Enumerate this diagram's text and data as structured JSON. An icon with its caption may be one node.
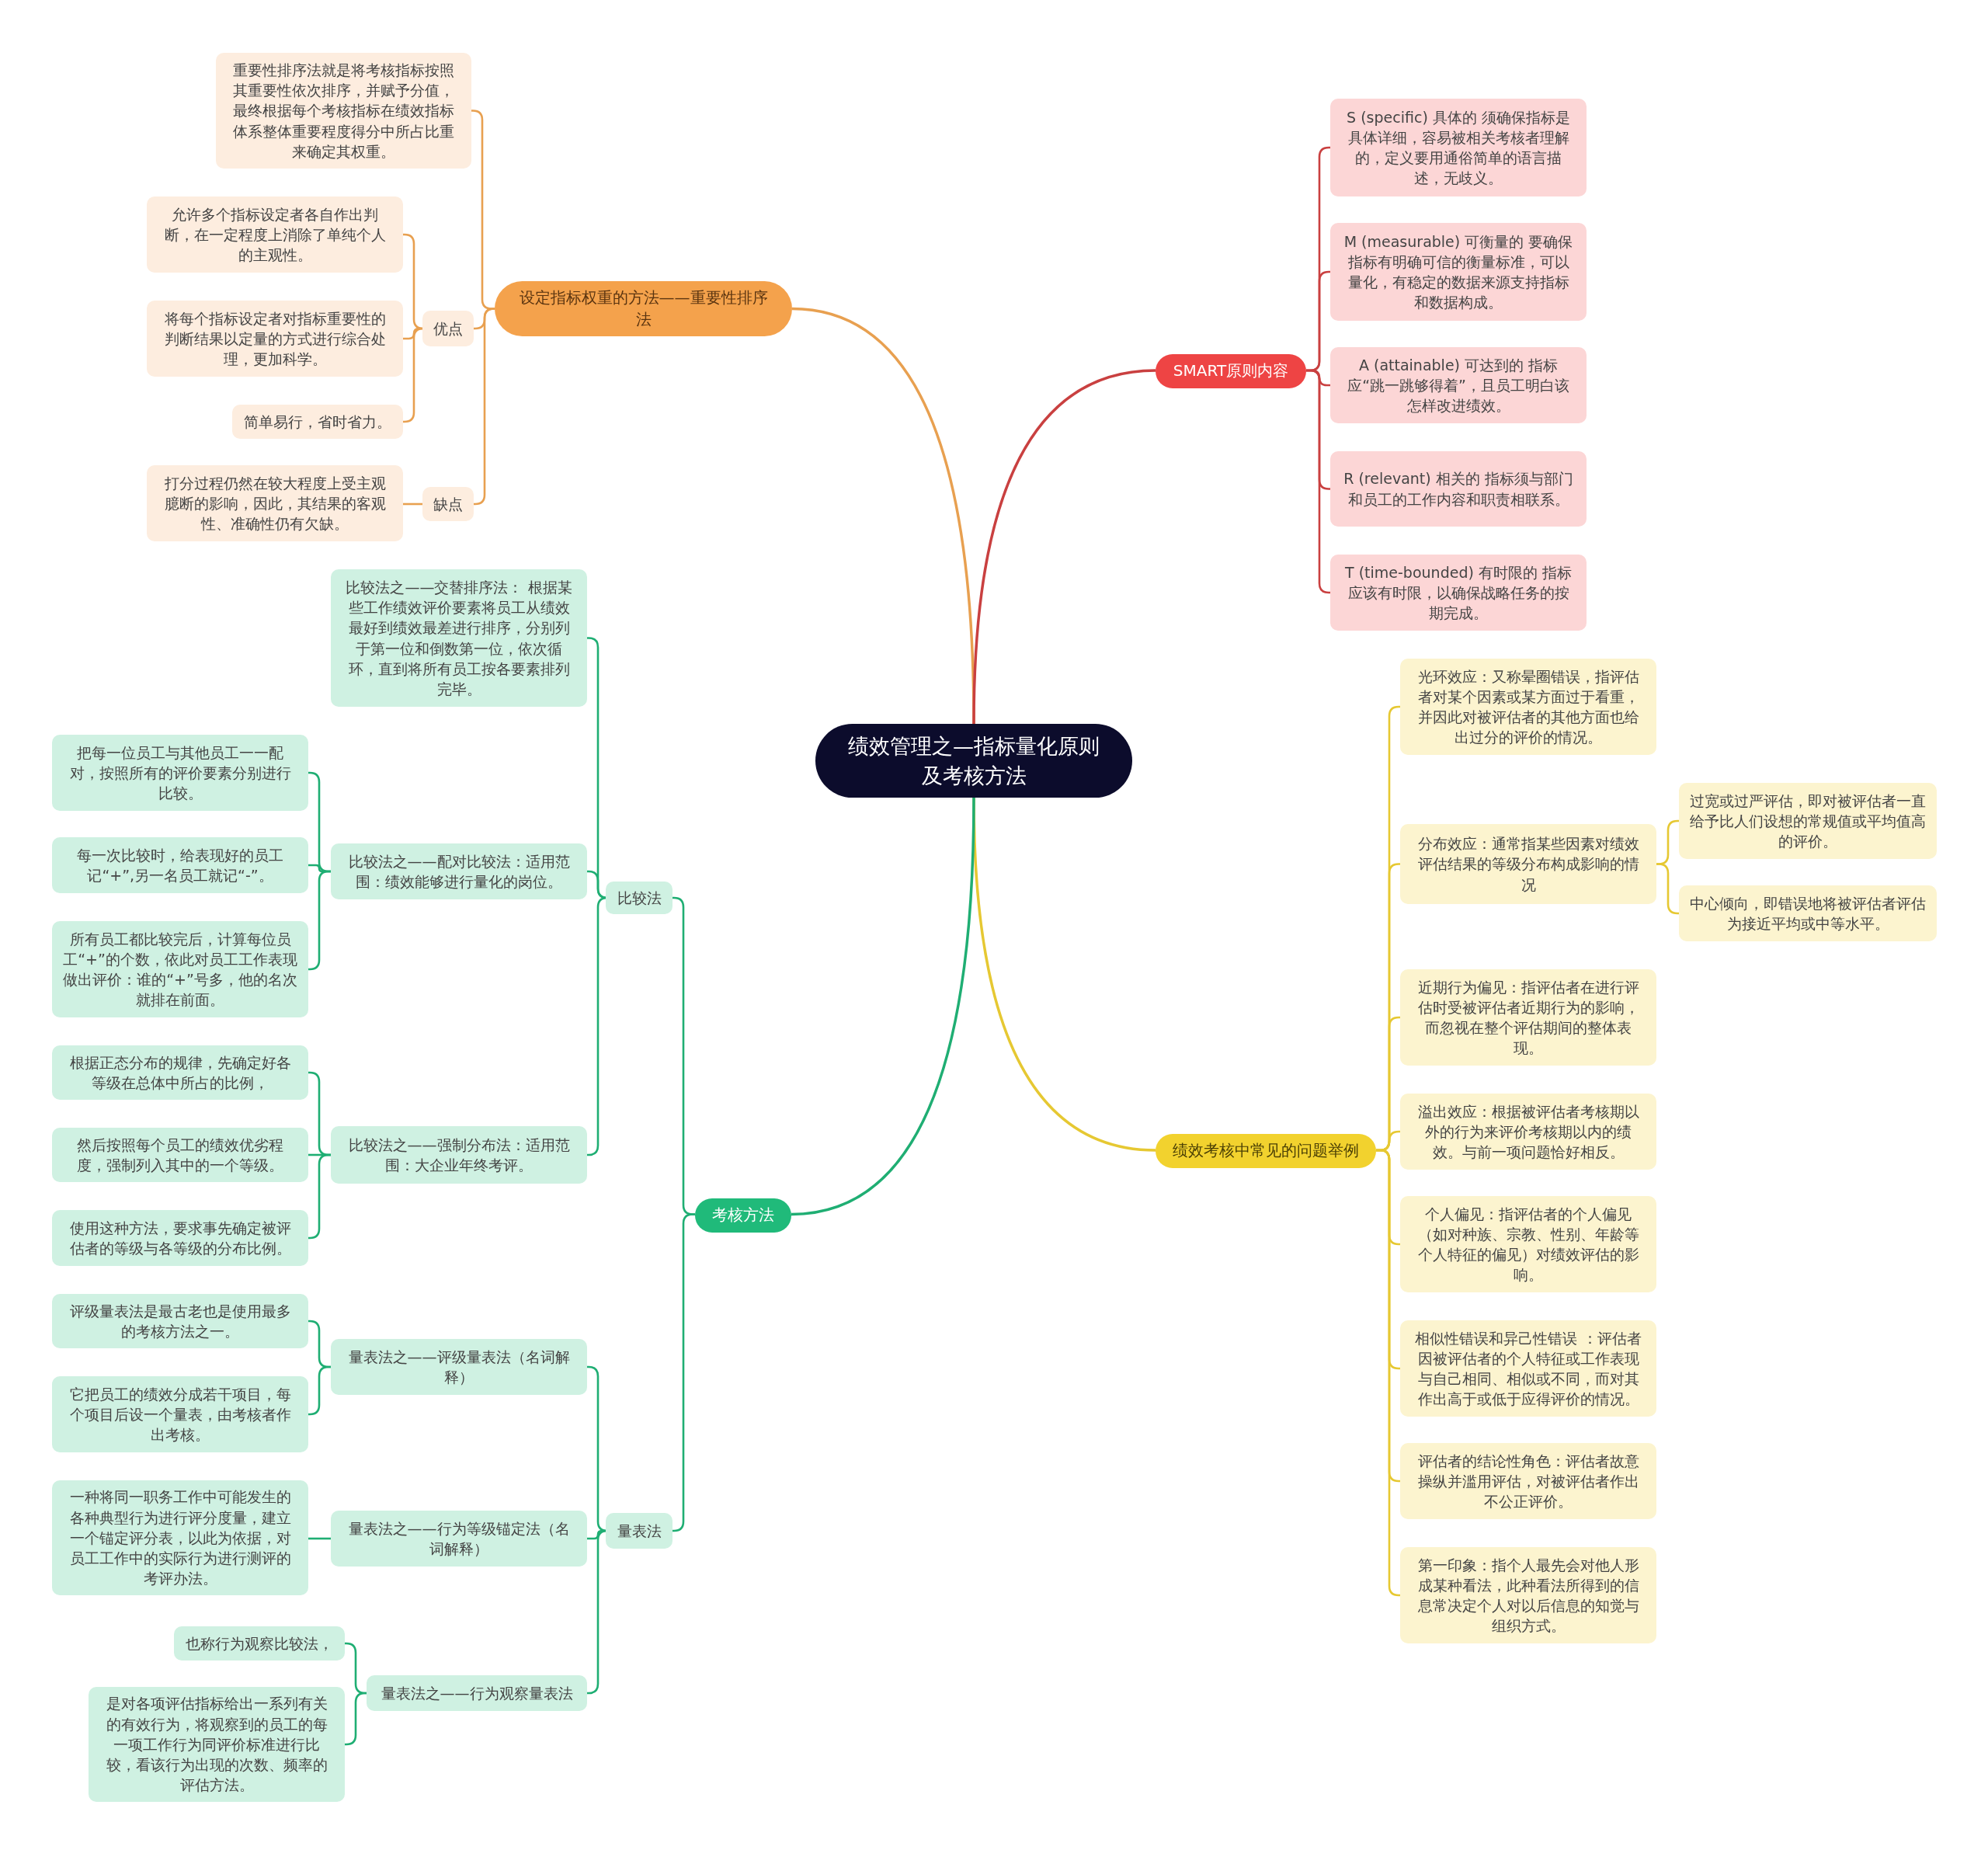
{
  "diagram": {
    "nodes": [
      {
        "text": [
          "绩效管理之—指标量化原则及考核方法"
        ]
      },
      {
        "text": [
          "设定指标权重的方法——重要性排序法"
        ]
      },
      {
        "text": [
          "重要性排序法就是将考核指标按照其重要性依次排序，并赋予分值，最终根据每个考核指标在绩效指标体系整体重要程度得分中所占比重来确定其权重。"
        ]
      },
      {
        "text": [
          "优点"
        ]
      },
      {
        "text": [
          "允许多个指标设定者各自作出判断，在一定程度上消除了单纯个人的主观性。"
        ]
      },
      {
        "text": [
          "将每个指标设定者对指标重要性的判断结果以定量的方式进行综合处理，更加科学。"
        ]
      },
      {
        "text": [
          "简单易行，省时省力。"
        ]
      },
      {
        "text": [
          "缺点"
        ]
      },
      {
        "text": [
          "打分过程仍然在较大程度上受主观臆断的影响，因此，其结果的客观性、准确性仍有欠缺。"
        ]
      },
      {
        "text": [
          "SMART原则内容"
        ]
      },
      {
        "text": [
          "S (specific) 具体的 须确保指标是具体详细，容易被相关考核者理解的，定义要用通俗简单的语言描述，无歧义。"
        ]
      },
      {
        "text": [
          "M (measurable) 可衡量的 要确保指标有明确可信的衡量标准，可以量化，有稳定的数据来源支持指标和数据构成。"
        ]
      },
      {
        "text": [
          "A (attainable) 可达到的 指标应“跳一跳够得着”，且员工明白该怎样改进绩效。"
        ]
      },
      {
        "text": [
          "R (relevant) 相关的 指标须与部门和员工的工作内容和职责相联系。"
        ]
      },
      {
        "text": [
          "T (time-bounded) 有时限的 指标应该有时限，以确保战略任务的按期完成。"
        ]
      },
      {
        "text": [
          "绩效考核中常见的问题举例"
        ]
      },
      {
        "text": [
          "光环效应：又称晕圈错误，指评估者对某个因素或某方面过于看重，并因此对被评估者的其他方面也给出过分的评价的情况。"
        ]
      },
      {
        "text": [
          "分布效应：通常指某些因素对绩效评估结果的等级分布构成影响的情况"
        ]
      },
      {
        "text": [
          "过宽或过严评估，即对被评估者一直给予比人们设想的常规值或平均值高的评价。"
        ]
      },
      {
        "text": [
          "中心倾向，即错误地将被评估者评估为接近平均或中等水平。"
        ]
      },
      {
        "text": [
          "近期行为偏见：指评估者在进行评估时受被评估者近期行为的影响，而忽视在整个评估期间的整体表现。"
        ]
      },
      {
        "text": [
          "溢出效应：根据被评估者考核期以外的行为来评价考核期以内的绩效。与前一项问题恰好相反。"
        ]
      },
      {
        "text": [
          "个人偏见：指评估者的个人偏见（如对种族、宗教、性别、年龄等个人特征的偏见）对绩效评估的影响。"
        ]
      },
      {
        "text": [
          "相似性错误和异己性错误 ：评估者因被评估者的个人特征或工作表现与自己相同、相似或不同，而对其作出高于或低于应得评价的情况。"
        ]
      },
      {
        "text": [
          "评估者的结论性角色：评估者故意操纵并滥用评估，对被评估者作出不公正评价。"
        ]
      },
      {
        "text": [
          "第一印象：指个人最先会对他人形成某种看法，此种看法所得到的信息常决定个人对以后信息的知觉与组织方式。"
        ]
      },
      {
        "text": [
          "考核方法"
        ]
      },
      {
        "text": [
          "比较法"
        ]
      },
      {
        "text": [
          "比较法之——交替排序法： 根据某些工作绩效评价要素将员工从绩效最好到绩效最差进行排序，分别列于第一位和倒数第一位，依次循环，直到将所有员工按各要素排列完毕。"
        ]
      },
      {
        "text": [
          "比较法之——配对比较法：适用范围：绩效能够进行量化的岗位。"
        ]
      },
      {
        "text": [
          "把每一位员工与其他员工一一配对，按照所有的评价要素分别进行比较。"
        ]
      },
      {
        "text": [
          "每一次比较时，给表现好的员工记“+”,另一名员工就记“-”。"
        ]
      },
      {
        "text": [
          "所有员工都比较完后，计算每位员工“+”的个数，依此对员工工作表现做出评价：谁的“+”号多，他的名次就排在前面。"
        ]
      },
      {
        "text": [
          "比较法之——强制分布法：适用范围：大企业年终考评。"
        ]
      },
      {
        "text": [
          "根据正态分布的规律，先确定好各等级在总体中所占的比例，"
        ]
      },
      {
        "text": [
          "然后按照每个员工的绩效优劣程度，强制列入其中的一个等级。"
        ]
      },
      {
        "text": [
          "使用这种方法，要求事先确定被评估者的等级与各等级的分布比例。"
        ]
      },
      {
        "text": [
          "量表法"
        ]
      },
      {
        "text": [
          "量表法之——评级量表法（名词解释）"
        ]
      },
      {
        "text": [
          "评级量表法是最古老也是使用最多的考核方法之一。"
        ]
      },
      {
        "text": [
          "它把员工的绩效分成若干项目，每个项目后设一个量表，由考核者作出考核。"
        ]
      },
      {
        "text": [
          "量表法之——行为等级锚定法（名词解释）"
        ]
      },
      {
        "text": [
          "一种将同一职务工作中可能发生的各种典型行为进行评分度量，建立一个锚定评分表，以此为依据，对员工工作中的实际行为进行测评的考评办法。"
        ]
      },
      {
        "text": [
          "量表法之——行为观察量表法"
        ]
      },
      {
        "text": [
          "也称行为观察比较法，"
        ]
      },
      {
        "text": [
          "是对各项评估指标给出一系列有关的有效行为，将观察到的员工的每一项工作行为同评价标准进行比较，看该行为出现的次数、频率的评估方法。"
        ]
      }
    ],
    "edges": [
      {
        "from": 0,
        "to": 1,
        "arrow": "none",
        "color": "#e8a050"
      },
      {
        "from": 1,
        "to": 2,
        "arrow": "none",
        "color": "#e8a050"
      },
      {
        "from": 1,
        "to": 3,
        "arrow": "none",
        "color": "#e8a050"
      },
      {
        "from": 3,
        "to": 4,
        "arrow": "none",
        "color": "#e8a050"
      },
      {
        "from": 3,
        "to": 5,
        "arrow": "none",
        "color": "#e8a050"
      },
      {
        "from": 3,
        "to": 6,
        "arrow": "none",
        "color": "#e8a050"
      },
      {
        "from": 1,
        "to": 7,
        "arrow": "none",
        "color": "#e8a050"
      },
      {
        "from": 7,
        "to": 8,
        "arrow": "none",
        "color": "#e8a050"
      },
      {
        "from": 0,
        "to": 9,
        "arrow": "none",
        "color": "#c94040"
      },
      {
        "from": 9,
        "to": 10,
        "arrow": "none",
        "color": "#c94040"
      },
      {
        "from": 9,
        "to": 11,
        "arrow": "none",
        "color": "#c94040"
      },
      {
        "from": 9,
        "to": 12,
        "arrow": "none",
        "color": "#c94040"
      },
      {
        "from": 9,
        "to": 13,
        "arrow": "none",
        "color": "#c94040"
      },
      {
        "from": 9,
        "to": 14,
        "arrow": "none",
        "color": "#c94040"
      },
      {
        "from": 0,
        "to": 15,
        "arrow": "none",
        "color": "#e6c832"
      },
      {
        "from": 15,
        "to": 16,
        "arrow": "none",
        "color": "#e6c832"
      },
      {
        "from": 15,
        "to": 17,
        "arrow": "none",
        "color": "#e6c832"
      },
      {
        "from": 17,
        "to": 18,
        "arrow": "none",
        "color": "#e6c832"
      },
      {
        "from": 17,
        "to": 19,
        "arrow": "none",
        "color": "#e6c832"
      },
      {
        "from": 15,
        "to": 20,
        "arrow": "none",
        "color": "#e6c832"
      },
      {
        "from": 15,
        "to": 21,
        "arrow": "none",
        "color": "#e6c832"
      },
      {
        "from": 15,
        "to": 22,
        "arrow": "none",
        "color": "#e6c832"
      },
      {
        "from": 15,
        "to": 23,
        "arrow": "none",
        "color": "#e6c832"
      },
      {
        "from": 15,
        "to": 24,
        "arrow": "none",
        "color": "#e6c832"
      },
      {
        "from": 15,
        "to": 25,
        "arrow": "none",
        "color": "#e6c832"
      },
      {
        "from": 0,
        "to": 26,
        "arrow": "none"
      },
      {
        "from": 26,
        "to": 27,
        "arrow": "none"
      },
      {
        "from": 27,
        "to": 28,
        "arrow": "none"
      },
      {
        "from": 27,
        "to": 29,
        "arrow": "none"
      },
      {
        "from": 29,
        "to": 30,
        "arrow": "none"
      },
      {
        "from": 29,
        "to": 31,
        "arrow": "none"
      },
      {
        "from": 29,
        "to": 32,
        "arrow": "none"
      },
      {
        "from": 27,
        "to": 33,
        "arrow": "none"
      },
      {
        "from": 33,
        "to": 34,
        "arrow": "none"
      },
      {
        "from": 33,
        "to": 35,
        "arrow": "none"
      },
      {
        "from": 33,
        "to": 36,
        "arrow": "none"
      },
      {
        "from": 26,
        "to": 37,
        "arrow": "none"
      },
      {
        "from": 37,
        "to": 38,
        "arrow": "none"
      },
      {
        "from": 38,
        "to": 39,
        "arrow": "none"
      },
      {
        "from": 38,
        "to": 40,
        "arrow": "none"
      },
      {
        "from": 37,
        "to": 41,
        "arrow": "none"
      },
      {
        "from": 41,
        "to": 42,
        "arrow": "none"
      },
      {
        "from": 37,
        "to": 43,
        "arrow": "none"
      },
      {
        "from": 43,
        "to": 44,
        "arrow": "none"
      },
      {
        "from": 43,
        "to": 45,
        "arrow": "none"
      }
    ]
  }
}
